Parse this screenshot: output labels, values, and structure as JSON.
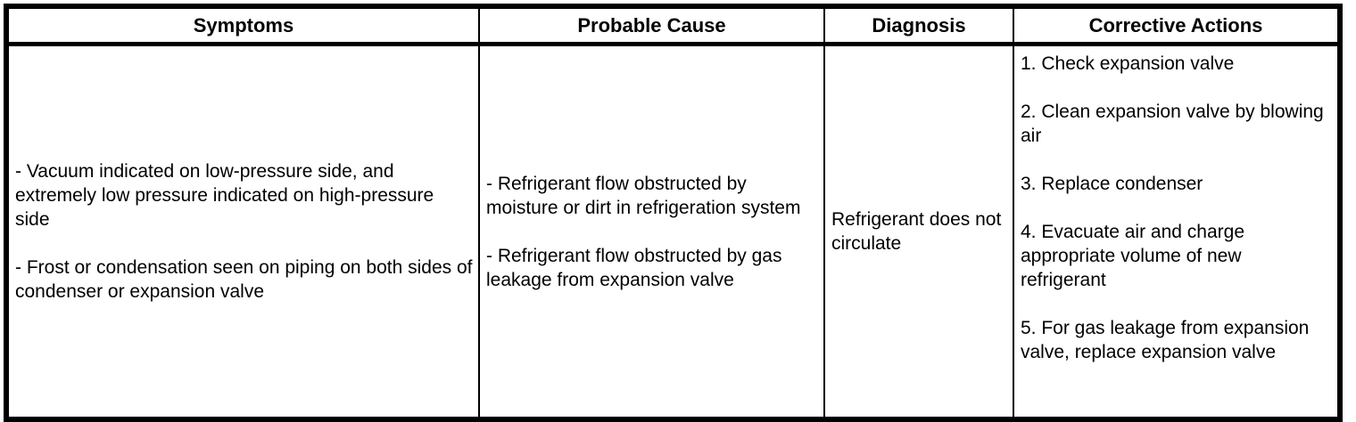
{
  "table": {
    "columns": [
      {
        "label": "Symptoms"
      },
      {
        "label": "Probable Cause"
      },
      {
        "label": "Diagnosis"
      },
      {
        "label": "Corrective Actions"
      }
    ],
    "row": {
      "symptoms": [
        "- Vacuum indicated on low-pressure side, and extremely low pressure indicated on high-pressure side",
        "- Frost or condensation seen on piping on both sides of condenser or expansion valve"
      ],
      "probable_cause": [
        "- Refrigerant flow obstructed by moisture or dirt in refrigeration system",
        "- Refrigerant flow obstructed by gas leakage from expansion valve"
      ],
      "diagnosis": "Refrigerant does not circulate",
      "corrective_actions": [
        "1. Check expansion valve",
        "2. Clean expansion valve by blowing air",
        "3. Replace condenser",
        "4. Evacuate air and charge appropriate volume of new refrigerant",
        "5. For gas leakage from expansion valve, replace expansion valve"
      ]
    },
    "colors": {
      "border": "#000000",
      "text": "#000000",
      "background": "#ffffff"
    }
  }
}
